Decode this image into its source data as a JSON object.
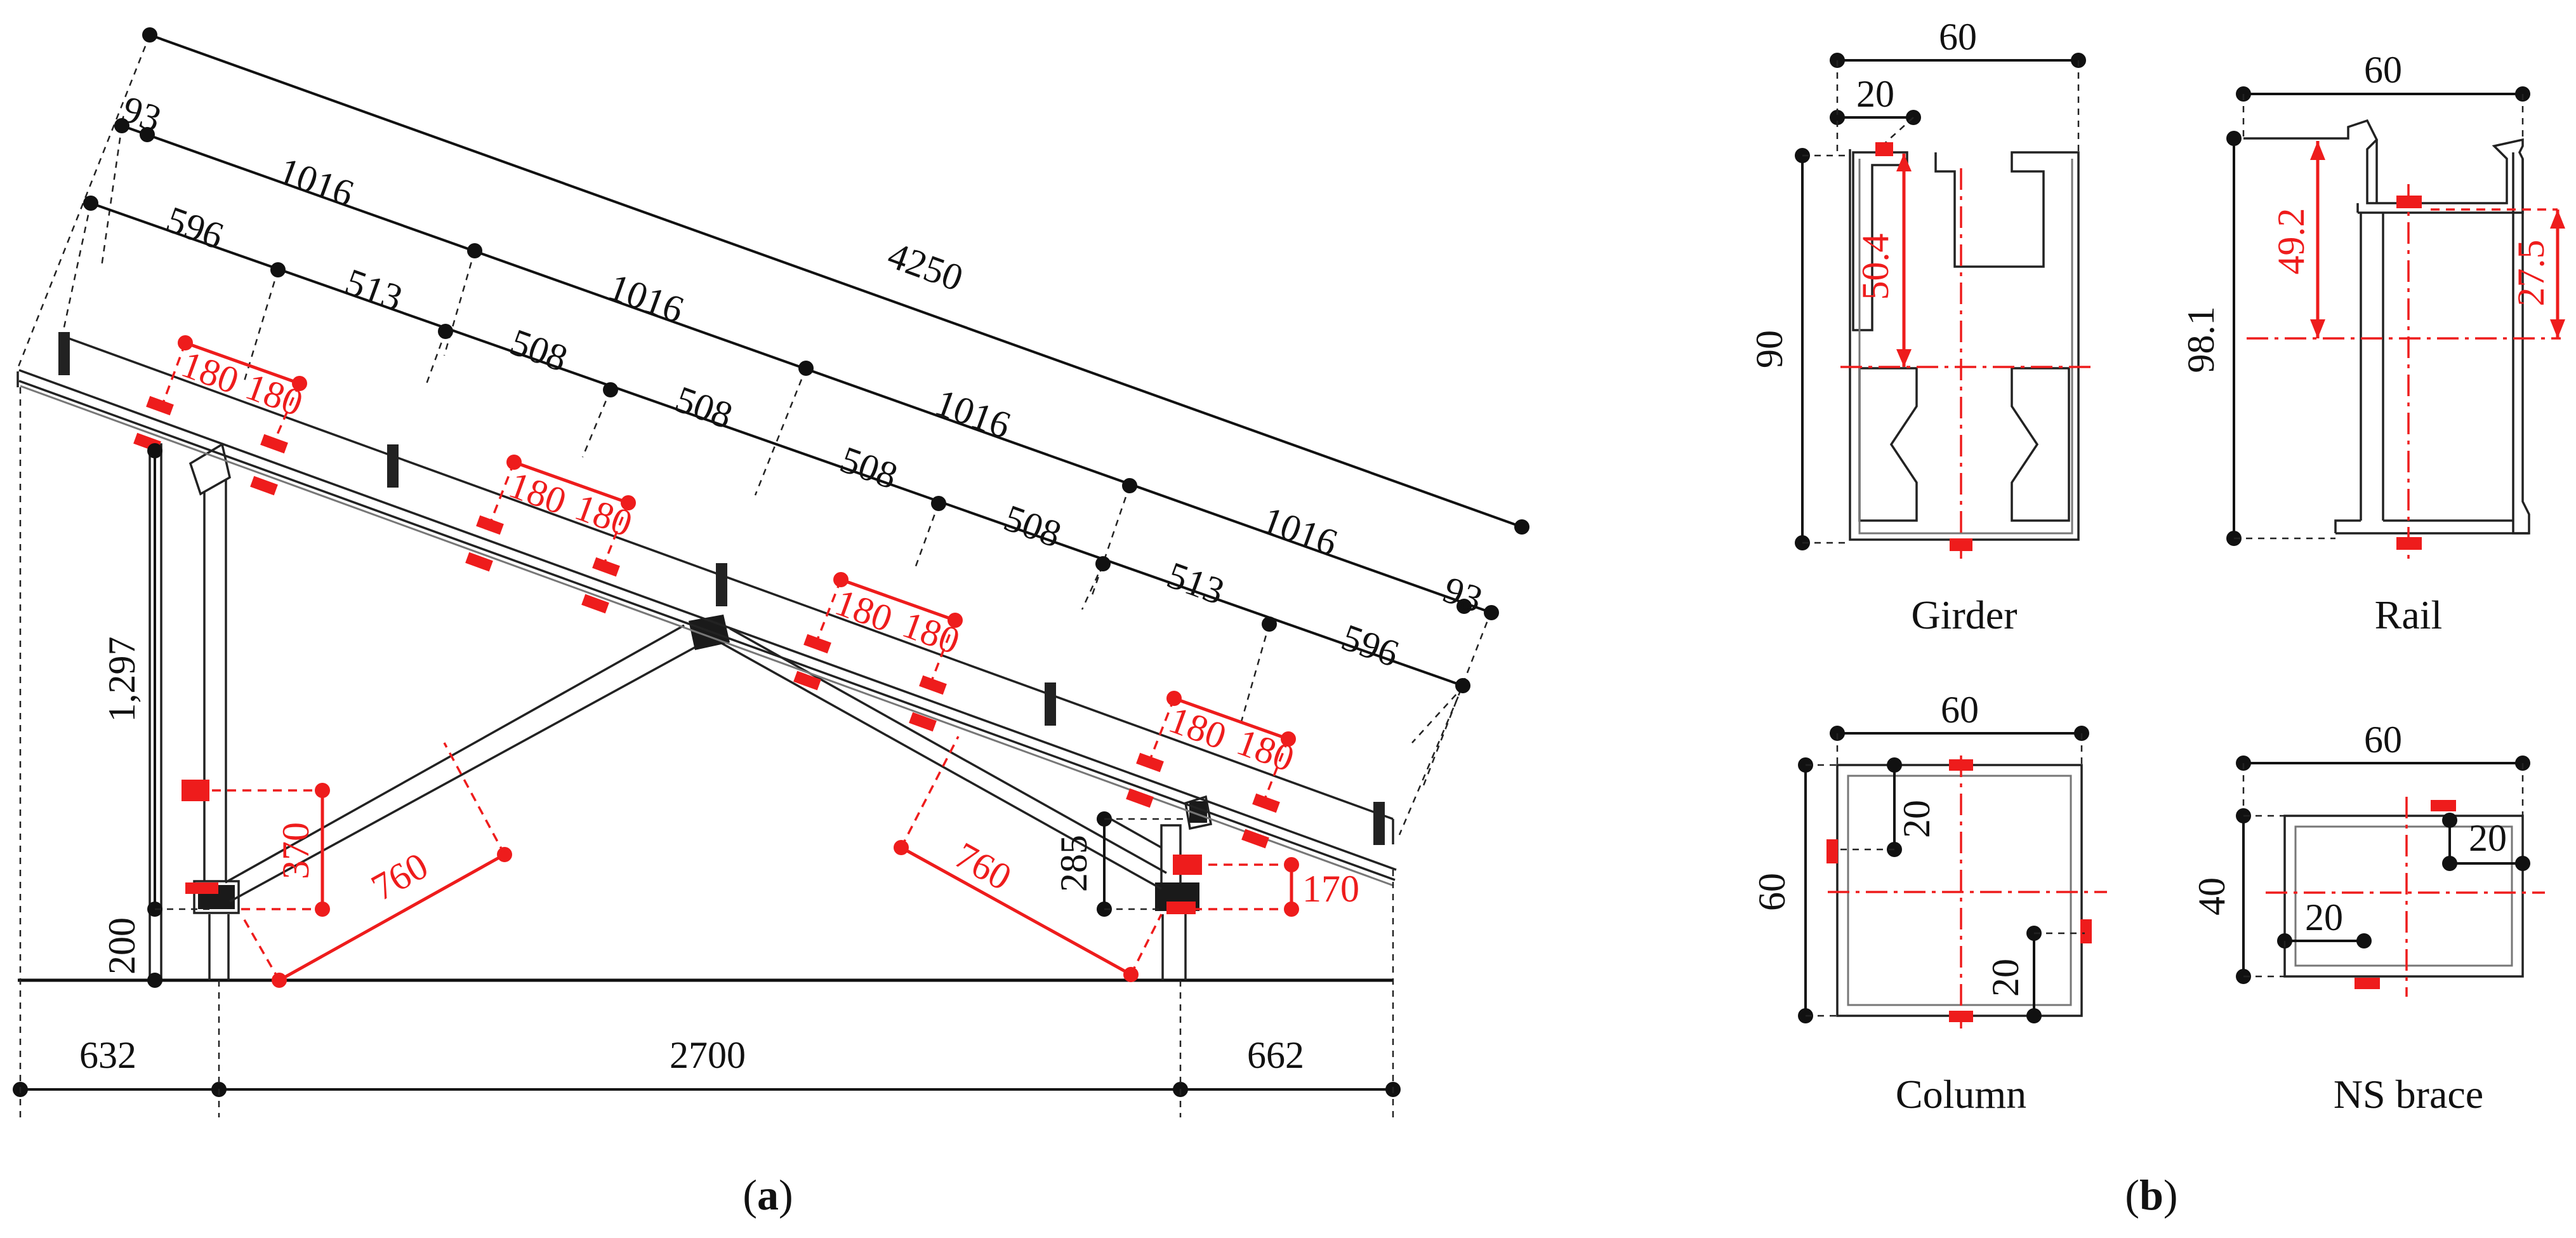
{
  "panel_a": {
    "label": "a",
    "red_gauges": [
      "180",
      "180",
      "180",
      "180",
      "180",
      "180",
      "180",
      "180"
    ],
    "slope_black": {
      "overall": "4250",
      "end_left": "93",
      "end_right": "93",
      "module_spans": [
        "1016",
        "1016",
        "1016",
        "1016"
      ],
      "segments": [
        "596",
        "513",
        "508",
        "508",
        "508",
        "508",
        "513",
        "596"
      ]
    },
    "heights": {
      "column": "1,297",
      "base": "200",
      "front_column": "285"
    },
    "red_vertical": {
      "left": "370",
      "right": "170"
    },
    "red_brace": {
      "left": "760",
      "right": "760"
    },
    "horizontal": [
      "632",
      "2700",
      "662"
    ]
  },
  "panel_b": {
    "label": "b",
    "girder": {
      "caption": "Girder",
      "width": "60",
      "offset": "20",
      "height": "90",
      "centroid": "50.4"
    },
    "rail": {
      "caption": "Rail",
      "width": "60",
      "height": "98.1",
      "centroid_a": "49.2",
      "centroid_b": "27.5"
    },
    "column": {
      "caption": "Column",
      "width": "60",
      "height": "60",
      "offset_a": "20",
      "offset_b": "20"
    },
    "ns_brace": {
      "caption": "NS brace",
      "width": "60",
      "height": "40",
      "offset_a": "20",
      "offset_b": "20"
    }
  },
  "colors": {
    "dimension": "#111111",
    "strain_gauge": "#ee1c1c",
    "structure": "#222222"
  }
}
